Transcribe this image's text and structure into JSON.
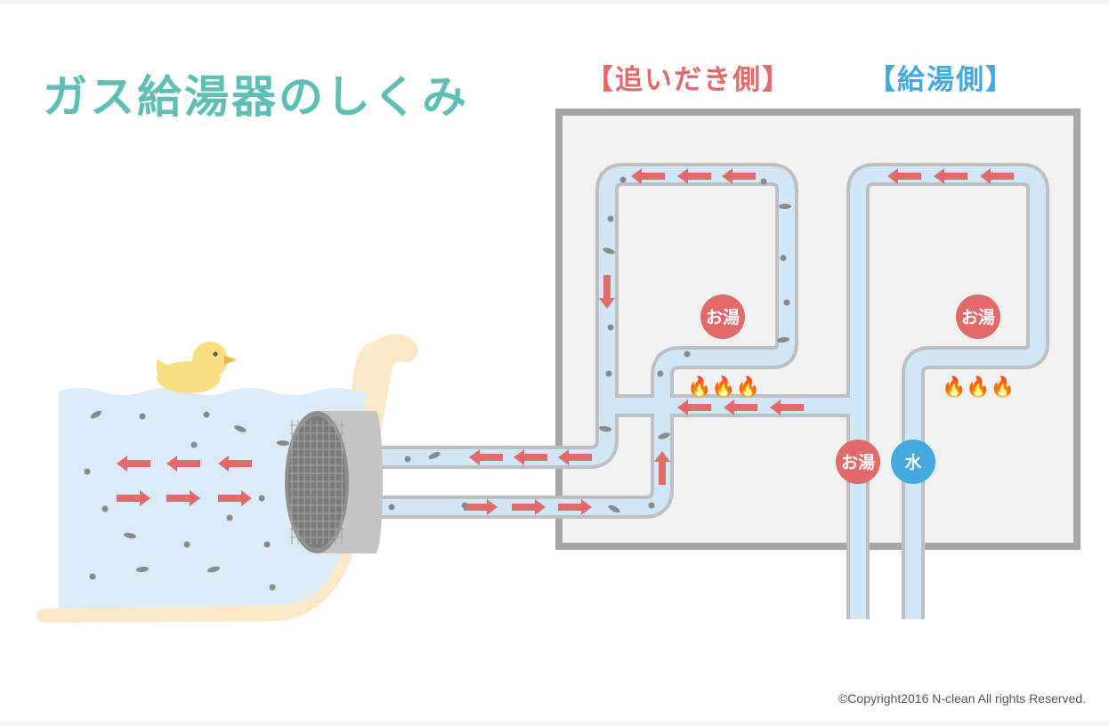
{
  "title": "ガス給湯器のしくみ",
  "labels": {
    "reheat_side": "【追いだき側】",
    "supply_side": "【給湯側】"
  },
  "badges": {
    "hot_reheat": "お湯",
    "hot_supply": "お湯",
    "hot_outlet": "お湯",
    "water_inlet": "水"
  },
  "flame_icon": "🔥🔥🔥",
  "copyright": "©Copyright2016 N-clean All rights Reserved.",
  "colors": {
    "title": "#5dbfb5",
    "reheat_red": "#e26a6a",
    "supply_blue": "#45a8df",
    "water": "#cfe7f7",
    "bath_water": "#d9ecf8",
    "tub": "#fce7c8",
    "duck": "#f9df82",
    "unit_frame": "#a7a7a7",
    "arrow": "#e26a6a"
  }
}
